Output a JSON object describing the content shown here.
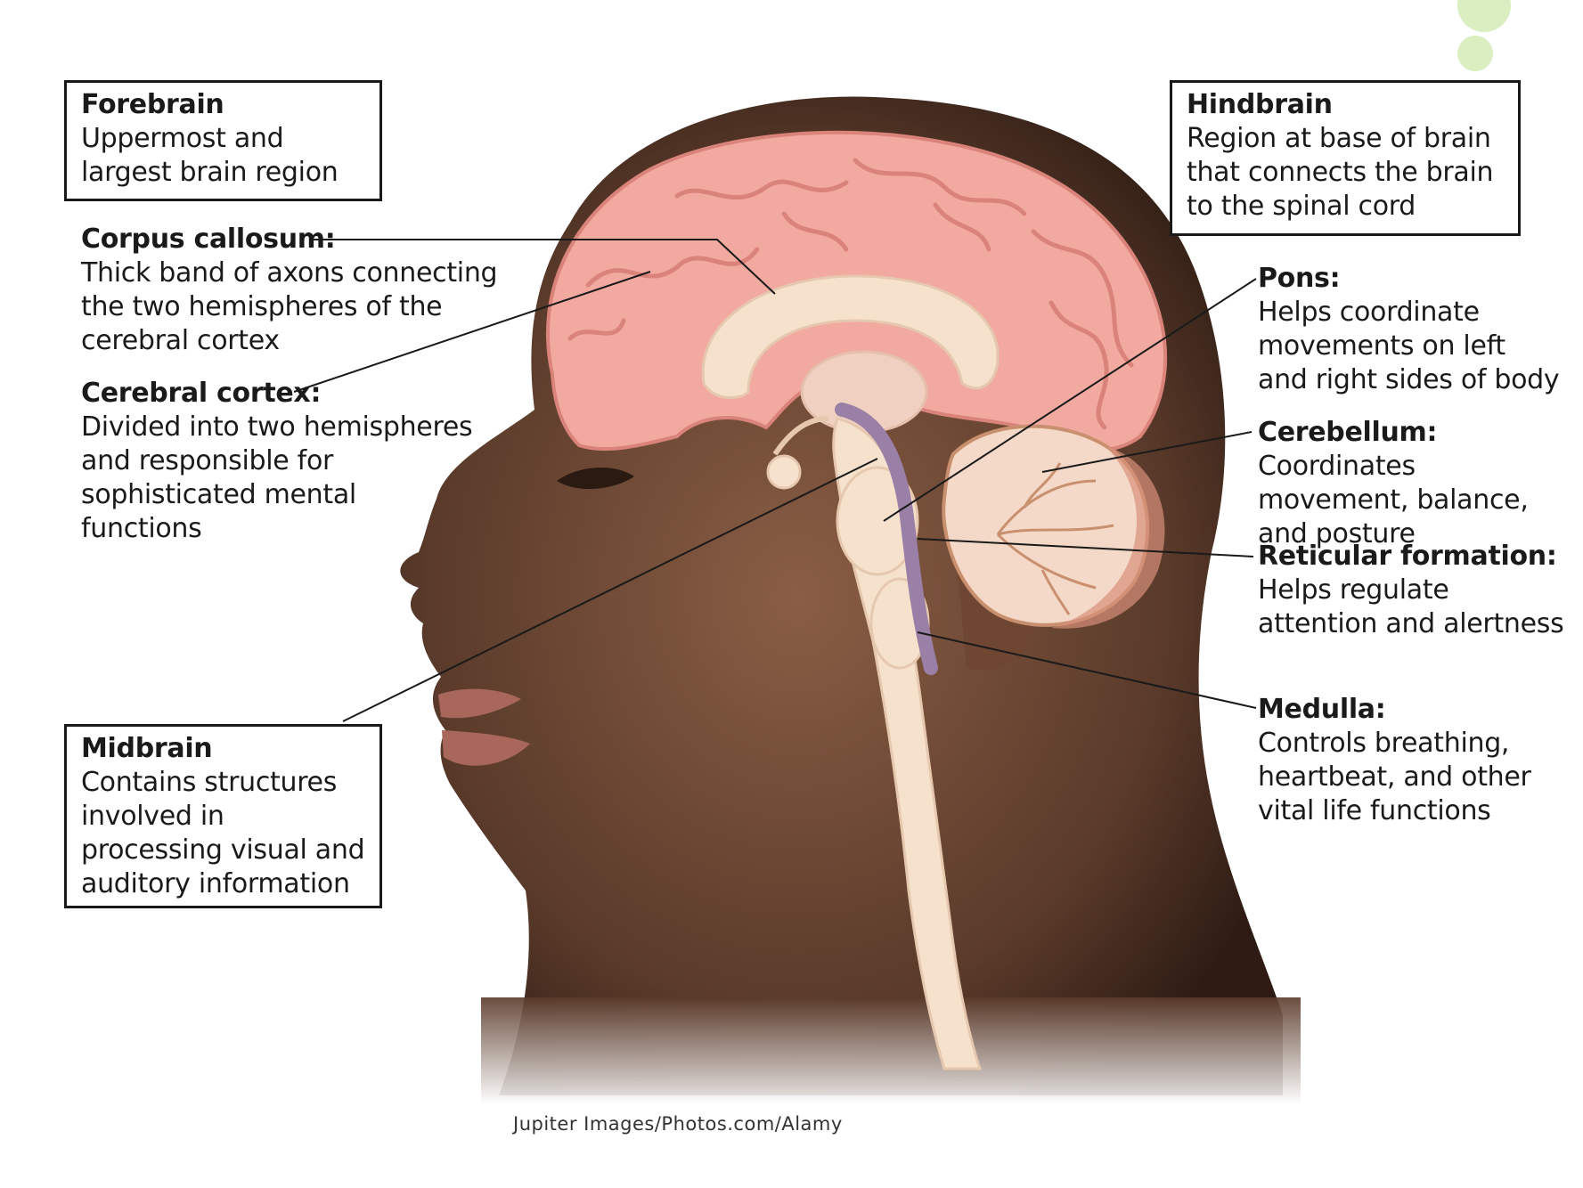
{
  "colors": {
    "skin": "#5a3a2a",
    "skin_light": "#8a5e45",
    "cortex": "#f2a9a0",
    "cortex_fold": "#d9837a",
    "white_matter": "#f6e2cc",
    "reticular": "#9a7fa6",
    "cerebellum": "#f4d9c8",
    "leader_line": "#1a1a1a",
    "accent_dot": "#dbeec2"
  },
  "labels": {
    "forebrain": {
      "title": "Forebrain",
      "desc": "Uppermost and largest brain region"
    },
    "corpus_callosum": {
      "title": "Corpus callosum:",
      "desc": "Thick band of axons connecting the two hemispheres of the cerebral cortex"
    },
    "cerebral_cortex": {
      "title": "Cerebral cortex:",
      "desc": "Divided into two hemispheres and responsible for sophisticated mental functions"
    },
    "midbrain": {
      "title": "Midbrain",
      "desc": "Contains structures involved in processing visual and auditory information"
    },
    "hindbrain": {
      "title": "Hindbrain",
      "desc": "Region at base of brain that connects the brain to the spinal cord"
    },
    "pons": {
      "title": "Pons:",
      "desc": "Helps coordinate movements on left and right sides of body"
    },
    "cerebellum": {
      "title": "Cerebellum:",
      "desc": "Coordinates movement, balance, and posture"
    },
    "reticular_formation": {
      "title": "Reticular formation:",
      "desc": "Helps regulate attention and alertness"
    },
    "medulla": {
      "title": "Medulla:",
      "desc": "Controls breathing, heartbeat, and other vital life functions"
    }
  },
  "credit": "Jupiter Images/Photos.com/Alamy"
}
